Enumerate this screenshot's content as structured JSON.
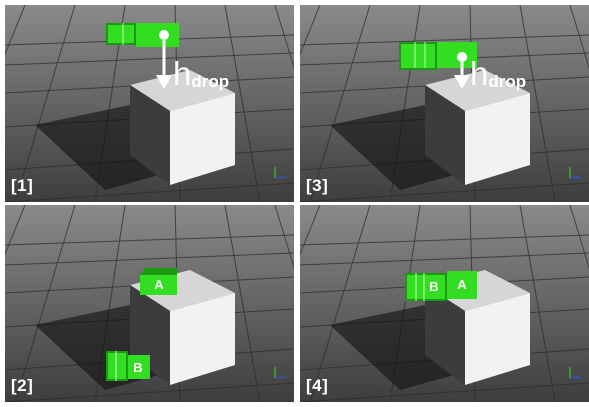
{
  "panels": [
    {
      "label": "[1]"
    },
    {
      "label": "[3]"
    },
    {
      "label": "[2]"
    },
    {
      "label": "[4]"
    }
  ],
  "annotation": {
    "h": "h",
    "subscript": "drop"
  },
  "cube_labels": {
    "a": "A",
    "b": "B"
  },
  "colors": {
    "robot_green": "#33dd22",
    "robot_dark_green": "#1a9a10",
    "box_front": "#f2f2f2",
    "box_side": "#3c3c3c",
    "box_top": "#d6d6d6",
    "floor": "#4a4a4a",
    "text": "#ffffff"
  }
}
